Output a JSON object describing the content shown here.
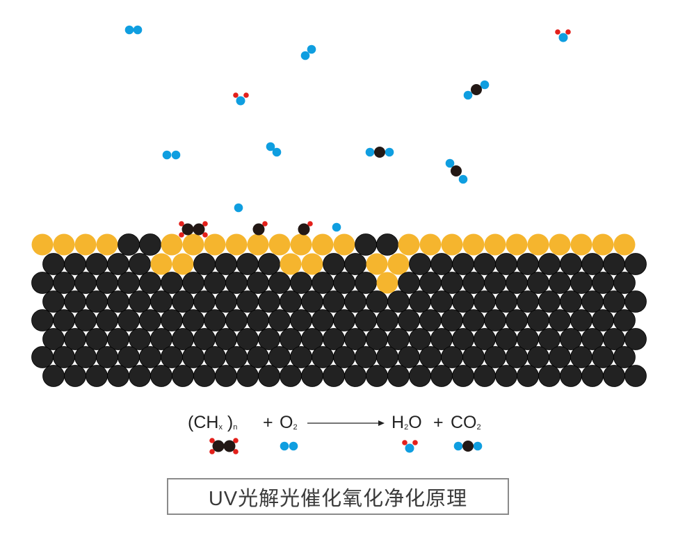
{
  "colors": {
    "catalyst": "#f5b52e",
    "substrate": "#222222",
    "oxygen": "#0f9ee0",
    "hydrogen": "#e3201b",
    "carbon": "#231815"
  },
  "surface": {
    "rows": 8,
    "atoms_per_row": 28,
    "catalyst_atoms": [
      {
        "row": 0,
        "cols": [
          0,
          1,
          2,
          3,
          6,
          7,
          8,
          9,
          10,
          11,
          12,
          13,
          14,
          17,
          18,
          19,
          20,
          21,
          22,
          23,
          24,
          25,
          26,
          27
        ]
      },
      {
        "row": 1,
        "cols": [
          5,
          6,
          11,
          12,
          15,
          16
        ]
      },
      {
        "row": 2,
        "cols": [
          16
        ]
      }
    ]
  },
  "equation": {
    "reactant1": {
      "open": "(",
      "formula": "CH",
      "sub": "x",
      "close": ")",
      "sub2": "n"
    },
    "plus1": "+",
    "reactant2": {
      "formula": "O",
      "sub": "2"
    },
    "product1": {
      "a": "H",
      "sub": "2",
      "b": "O"
    },
    "plus2": "+",
    "product2": {
      "formula": "CO",
      "sub": "2"
    }
  },
  "title": "UV光解光催化氧化净化原理"
}
